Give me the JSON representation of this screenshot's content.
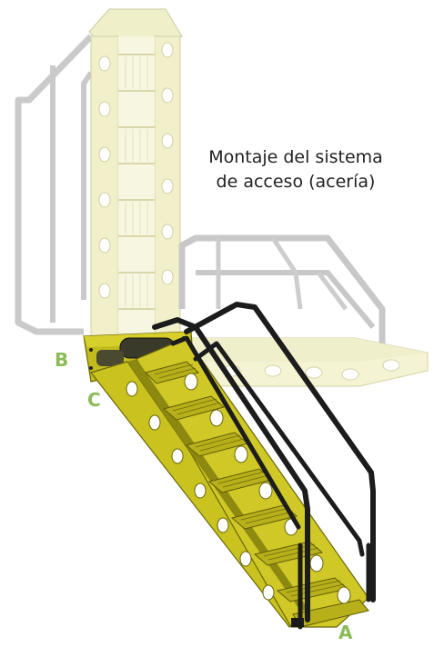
{
  "caption": {
    "line1": "Montaje del sistema",
    "line2": "de acceso (acería)"
  },
  "labels": {
    "a": "A",
    "b": "B",
    "c": "C"
  },
  "colors": {
    "steel_yellow": "#c9c21f",
    "steel_yellow_faded": "#efefc7",
    "rail_dark": "#1c1c1c",
    "rail_ghost": "#c4c4c4",
    "label_green": "#8dbb5a",
    "caption_text": "#222222"
  }
}
